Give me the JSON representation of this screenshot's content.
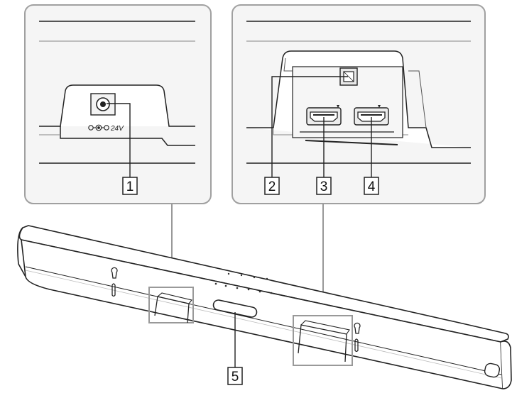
{
  "callouts": {
    "dc_in": "1",
    "optical_in": "2",
    "hdmi_in": "3",
    "hdmi_out": "4",
    "front_display": "5"
  },
  "dc_label": "24V",
  "icons": [
    "dc-polarity-icon",
    "optical-port-icon",
    "hdmi-port-icon",
    "wall-mount-hole-icon"
  ],
  "colors": {
    "line": "#222222",
    "frame": "#9a9a9a",
    "panel_fill": "#f3f3f3",
    "background": "#ffffff"
  }
}
